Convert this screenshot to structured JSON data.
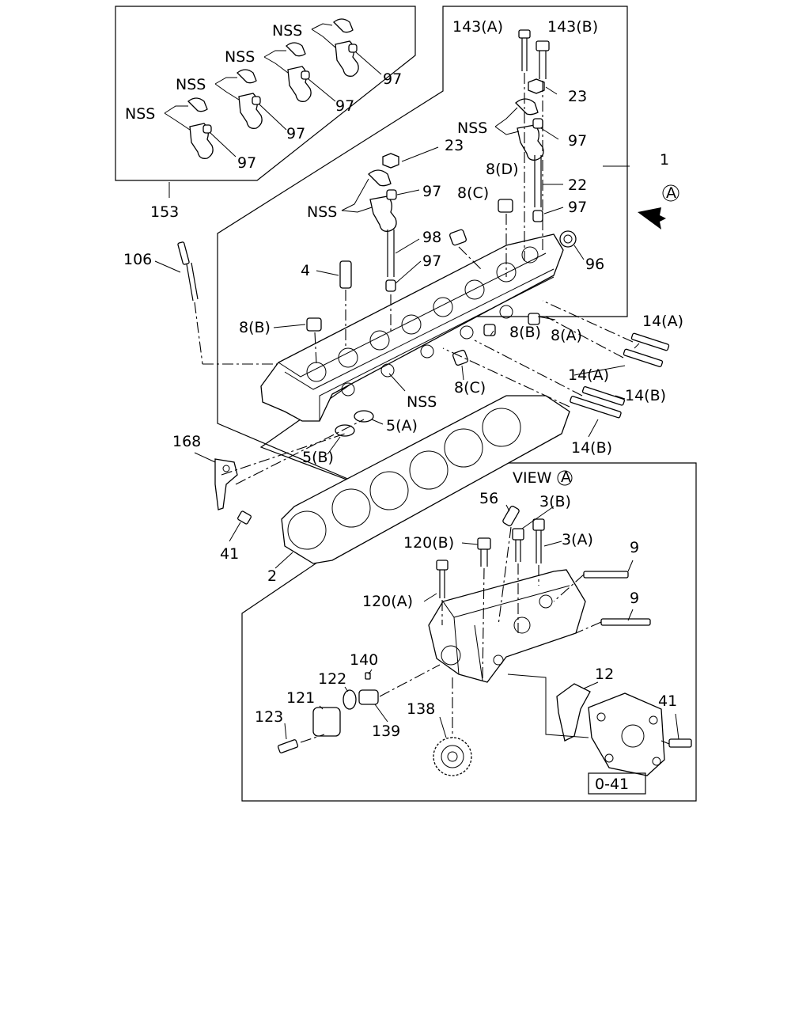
{
  "labels": {
    "nss": "NSS",
    "p97": "97",
    "p153": "153",
    "p143a": "143(A)",
    "p143b": "143(B)",
    "p23": "23",
    "p1": "1",
    "p22": "22",
    "p8d": "8(D)",
    "p8c": "8(C)",
    "p98": "98",
    "p96": "96",
    "p106": "106",
    "p4": "4",
    "p8b": "8(B)",
    "p8a": "8(A)",
    "p14a": "14(A)",
    "p14b": "14(B)",
    "p5a": "5(A)",
    "p5b": "5(B)",
    "p168": "168",
    "p41": "41",
    "p2": "2",
    "view": "VIEW",
    "viewLetter": "A",
    "arrowLetter": "A",
    "p56": "56",
    "p3b": "3(B)",
    "p3a": "3(A)",
    "p120b": "120(B)",
    "p120a": "120(A)",
    "p9": "9",
    "p140": "140",
    "p122": "122",
    "p121": "121",
    "p123": "123",
    "p139": "139",
    "p138": "138",
    "p12": "12",
    "ref": "0-41"
  }
}
